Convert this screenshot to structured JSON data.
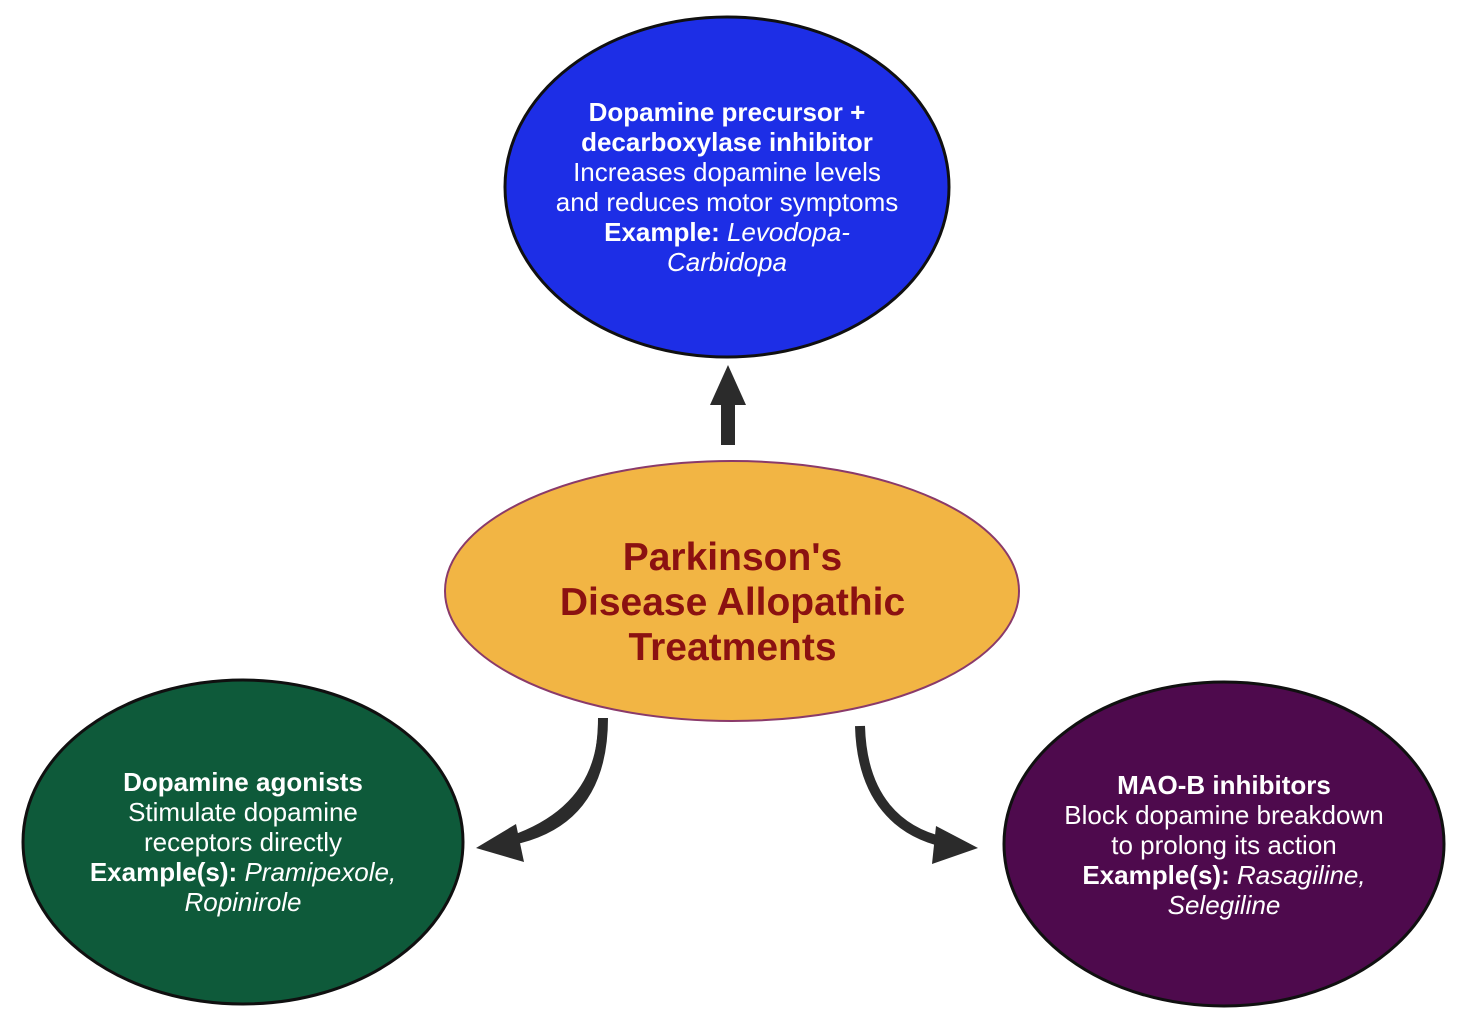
{
  "center": {
    "title_lines": [
      "Parkinson's",
      "Disease Allopathic",
      "Treatments"
    ]
  },
  "nodes": {
    "top": {
      "heading_lines": [
        "Dopamine precursor +",
        "decarboxylase inhibitor"
      ],
      "description_lines": [
        "Increases dopamine levels",
        "and reduces motor symptoms"
      ],
      "example_label": "Example:",
      "example_lines": [
        "Levodopa-",
        "Carbidopa"
      ]
    },
    "left": {
      "heading_lines": [
        "Dopamine agonists"
      ],
      "description_lines": [
        "Stimulate dopamine",
        "receptors directly"
      ],
      "example_label": "Example(s):",
      "example_lines": [
        "Pramipexole,",
        "Ropinirole"
      ]
    },
    "right": {
      "heading_lines": [
        "MAO-B inhibitors"
      ],
      "description_lines": [
        "Block dopamine breakdown",
        "to prolong its action"
      ],
      "example_label": "Example(s):",
      "example_lines": [
        "Rasagiline,",
        "Selegiline"
      ]
    }
  },
  "colors": {
    "center_fill": "#f2b544",
    "center_text": "#8b1111",
    "top_fill": "#1d2ee6",
    "left_fill": "#0e5a3a",
    "right_fill": "#4e0a4d",
    "arrow": "#2b2b2b",
    "text": "#ffffff"
  }
}
